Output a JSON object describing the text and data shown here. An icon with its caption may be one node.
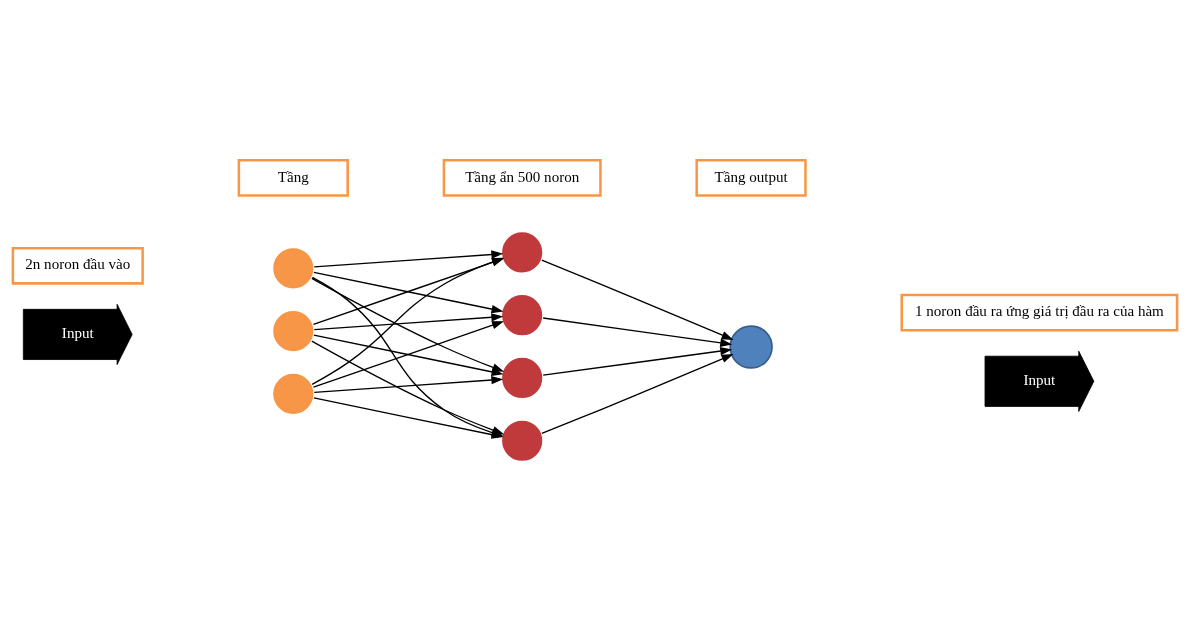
{
  "diagram": {
    "nodes": [
      {
        "text": [
          "2n noron đầu vào"
        ]
      },
      {
        "text": [
          "Input"
        ]
      },
      {
        "text": [],
        "shape": "circle"
      },
      {
        "text": [],
        "shape": "circle"
      },
      {
        "text": [],
        "shape": "circle"
      },
      {
        "text": [],
        "shape": "circle"
      },
      {
        "text": [],
        "shape": "circle"
      },
      {
        "text": [],
        "shape": "circle"
      },
      {
        "text": [],
        "shape": "circle"
      },
      {
        "text": [],
        "shape": "circle"
      },
      {
        "text": [
          "1 noron đầu ra ứng giá trị đầu ra của hàm"
        ]
      },
      {
        "text": [
          "Input"
        ]
      },
      {
        "text": [
          "Tầng"
        ]
      },
      {
        "text": [
          "Tầng ẩn 500 noron"
        ]
      },
      {
        "text": [
          "Tầng output"
        ]
      }
    ],
    "edges": [
      {
        "from": 2,
        "to": 5,
        "arrow": "to"
      },
      {
        "from": 2,
        "to": 6,
        "arrow": "to"
      },
      {
        "from": 2,
        "to": 7,
        "arrow": "to"
      },
      {
        "from": 2,
        "to": 8,
        "arrow": "to"
      },
      {
        "from": 3,
        "to": 5,
        "arrow": "to"
      },
      {
        "from": 3,
        "to": 6,
        "arrow": "to"
      },
      {
        "from": 3,
        "to": 7,
        "arrow": "to"
      },
      {
        "from": 3,
        "to": 8,
        "arrow": "to"
      },
      {
        "from": 4,
        "to": 5,
        "arrow": "to"
      },
      {
        "from": 4,
        "to": 6,
        "arrow": "to"
      },
      {
        "from": 4,
        "to": 7,
        "arrow": "to"
      },
      {
        "from": 4,
        "to": 8,
        "arrow": "to"
      },
      {
        "from": 5,
        "to": 9,
        "arrow": "to"
      },
      {
        "from": 6,
        "to": 9,
        "arrow": "to"
      },
      {
        "from": 7,
        "to": 9,
        "arrow": "to"
      },
      {
        "from": 8,
        "to": 9,
        "arrow": "to"
      }
    ]
  }
}
